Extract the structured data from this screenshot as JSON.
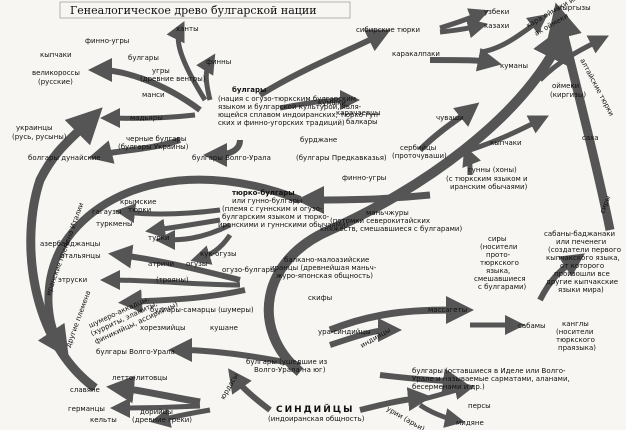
{
  "title": "Генеалогическое древо булгарской нации",
  "nodes": {
    "khanty": "ханты",
    "finno_ugry_top": "финно-угры",
    "kypchaki_top": "кыпчаки",
    "bulgary_top": "булгары",
    "ugry": "угры",
    "vengry": "(древние венгры)",
    "velikorossy": "великороссы",
    "russkie": "(русские)",
    "mansi": "манси",
    "finny": "финны",
    "madyary": "мадьяры",
    "ukraintsy": "украинцы",
    "rus_rusyny": "(русь, русыны)",
    "bulgary_main": "булгары",
    "bulgary_main_desc": [
      "(нация с огузо-тюркским булгарским",
      "языком и булгарской культурой, явля-",
      "ющейся сплавом индоиранских, тюрко-гун-",
      "ских и финно-угорских традиций)"
    ],
    "kumyki": "кумыки",
    "karachaevtsy": "карачаевцы",
    "balkary": "балкары",
    "burdzhane": "бурджане",
    "bulgary_predkavkazya": "(булгары Предкавказья)",
    "chernye_bulgary": "черные булгары",
    "bulgary_ukrainy": "(булгары Украины)",
    "bulgary_volgo_urala_top": "булгары Волго-Урала",
    "bulgary_dunaiskie": "болгары дунайские",
    "sibirskie_tyurki": "сибирские тюрки",
    "uzbeki": "узбеки",
    "kazakhi": "казахи",
    "kyrgyzy": "кыргызы",
    "kara_oimeki": "кара оймеки или",
    "kara_oimeki_2": "ак оймеки",
    "karakalpaki": "каракалпаки",
    "altaiskie_tyurki": "алтайские тюрки",
    "kumany": "куманы",
    "oimeki": "оймеки",
    "kirgizy": "(киргизы)",
    "chuvashi": "чуваши",
    "kypchaki_mid": "кыпчаки",
    "sakha": "саха",
    "serbiyshi": "сербийцы",
    "protochuvashi": "(проточуваши)",
    "finno_ugry_mid": "финно-угры",
    "gunny": "гунны (хоны)",
    "gunny_desc": [
      "(с тюркским языком и",
      "иранским обычаями)"
    ],
    "siry_right": "сиры",
    "tyurko_bulgary": "тюрко-булгары",
    "tyurko_bulgary_desc": [
      "или гунно-булгары",
      "(племя с гуннским и огузо-",
      "булгарским языком и тюрко-",
      "иранскими и гуннскими обычаями)"
    ],
    "manchzhury": "маньчжуры",
    "manchzhury_desc": [
      "(потомки северокитайских",
      "княжеств, смешавшиеся с булгарами)"
    ],
    "gagauzy": "гагаузы",
    "krymskie_tyurki": "крымские",
    "krymskie_tyurki_2": "тюрки",
    "turkmeny": "туркмены",
    "turki": "турки",
    "azerbaidzhantsy": "азербайджанцы",
    "italyantsy": "итальянцы",
    "kuk_oguzy": "кук-огузы",
    "oguzy": "огузы",
    "atrichi": "атричи",
    "troyantsy": "(трояны)",
    "etruski": "этруски",
    "oguzo_bulgary": "огузо-булгары",
    "iranskie_plemena": "иранские племена Италии",
    "drugie_plemena": "другие племена",
    "shumery_group": [
      "шумеро-аккадцы,",
      "(хурриты, эламиты,",
      "финикийцы, ассирийцы)"
    ],
    "balkano_maloazi": [
      "балкано-малоазийские",
      "иранцы (древнейшая маньч-",
      "журо-японская общность)"
    ],
    "siry_mid": "сиры",
    "siry_mid_desc": [
      "(носители",
      "прото-",
      "тюркского",
      "языка,",
      "смешавшиеся",
      "с булгарами)"
    ],
    "sabany": "сабаны-баджанаки",
    "sabany_desc": [
      "или печенеги",
      "(создатели первого",
      "кыпчакского языка,",
      "от которого",
      "произошли все",
      "другие кыпчакские",
      "языки мира)"
    ],
    "bulgary_samartsy": "булгары-самарцы (шумеры)",
    "skify": "скифы",
    "massagety": "массагеты",
    "sabamy": "сабамы",
    "khorezmiitsy": "хорезмийцы",
    "kushane": "кушане",
    "ura_sindiitsy": "ура-синдийцы",
    "indiitsy": "индийцы",
    "kangly": "канглы",
    "kangly_desc": [
      "(носители",
      "тюркского",
      "праязыка)"
    ],
    "bulgary_volgo_urala_left": "булгары Волго-Урала",
    "bulgary_ushedshie": [
      "булгары (ушедшие из",
      "Волго-Урала на юг)"
    ],
    "bulgary_ostavshiesya": [
      "булгары (оставшиеся в Иделе или Волго-",
      "Урале и называемые сарматами, аланами,",
      "бесерменами и др.)"
    ],
    "slavyane": "славяне",
    "letto_litovtsy": "летто-литовцы",
    "germantsy": "германцы",
    "dorijtsy": "дорийцы",
    "drevnie_greki": "(древние греки)",
    "kelty": "кельты",
    "iurdasy": "юрдасы",
    "sindiitsy": "СИНДИЙЦЫ",
    "sindiitsy_desc": "(индоиранская общность)",
    "urii": "урии (арьи)",
    "persy": "персы",
    "midyane": "мидяне"
  },
  "colors": {
    "paper": "#f7f6f3",
    "ink": "#111111",
    "arrow": "#555555"
  }
}
